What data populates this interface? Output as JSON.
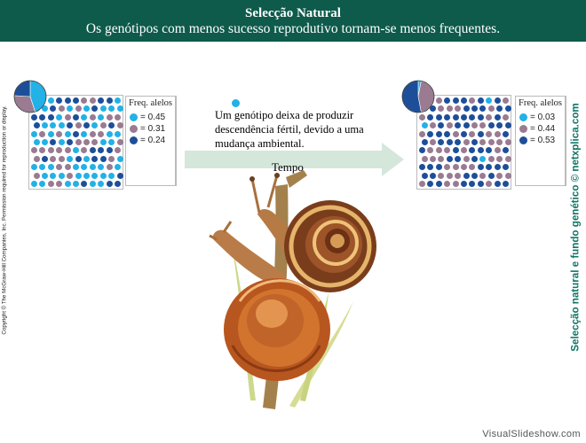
{
  "header": {
    "title": "Selecção Natural",
    "subtitle": "Os genótipos com menos sucesso reprodutivo tornam-se menos frequentes."
  },
  "copyright": "Copyright © The McGraw-Hill Companies, Inc. Permission required for reproduction or display.",
  "side_credit": "Selecção natural e fundo genético © netxplica.com",
  "colors": {
    "light_blue": "#23b1e6",
    "mauve": "#9a7b91",
    "dark_blue": "#1d4f99",
    "arrow": "#d5e7db",
    "header_bg": "#0e5a4b"
  },
  "before": {
    "freq_title": "Freq. alelos",
    "alleles": [
      {
        "label": "= 0.45",
        "value": 0.45,
        "color": "#23b1e6"
      },
      {
        "label": "= 0.31",
        "value": 0.31,
        "color": "#9a7b91"
      },
      {
        "label": "= 0.24",
        "value": 0.24,
        "color": "#1d4f99"
      }
    ]
  },
  "after": {
    "freq_title": "Freq. alelos",
    "alleles": [
      {
        "label": "= 0.03",
        "value": 0.03,
        "color": "#23b1e6"
      },
      {
        "label": "= 0.44",
        "value": 0.44,
        "color": "#9a7b91"
      },
      {
        "label": "= 0.53",
        "value": 0.53,
        "color": "#1d4f99"
      }
    ]
  },
  "caption": "Um genótipo deixa de produzir descendência fértil, devido a uma mudança ambiental.",
  "time_label": "Tempo",
  "watermark": "VisualSlideshow.com"
}
